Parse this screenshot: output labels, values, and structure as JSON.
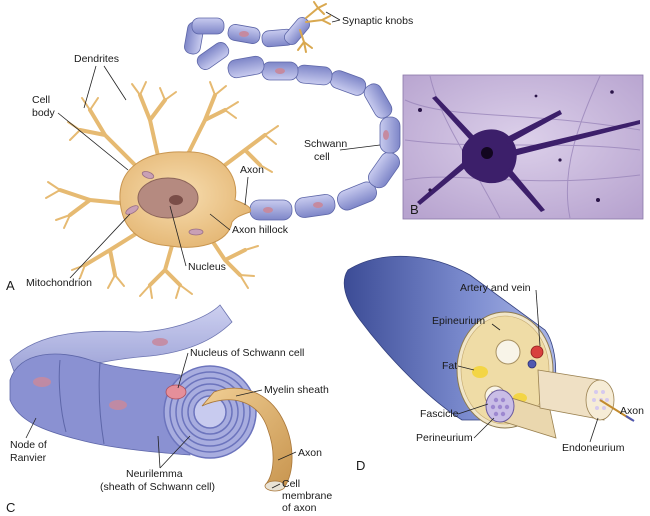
{
  "figure": {
    "panels": {
      "a": "A",
      "b": "B",
      "c": "C",
      "d": "D"
    },
    "neuron_labels": {
      "dendrites": "Dendrites",
      "cell_body_1": "Cell",
      "cell_body_2": "body",
      "axon": "Axon",
      "axon_hillock": "Axon hillock",
      "nucleus": "Nucleus",
      "mitochondrion": "Mitochondrion",
      "schwann_1": "Schwann",
      "schwann_2": "cell",
      "synaptic_knobs": "Synaptic knobs"
    },
    "myelin_labels": {
      "nucleus_schwann": "Nucleus of Schwann cell",
      "myelin_sheath": "Myelin sheath",
      "node_1": "Node of",
      "node_2": "Ranvier",
      "neurilemma_1": "Neurilemma",
      "neurilemma_2": "(sheath of Schwann cell)",
      "axon": "Axon",
      "cell_membrane_1": "Cell",
      "cell_membrane_2": "membrane",
      "cell_membrane_3": "of axon"
    },
    "nerve_labels": {
      "artery_vein": "Artery and vein",
      "epineurium": "Epineurium",
      "fat": "Fat",
      "fascicle": "Fascicle",
      "perineurium": "Perineurium",
      "endoneurium": "Endoneurium",
      "axon": "Axon"
    },
    "colors": {
      "cell_fill": "#f0cf95",
      "nucleus_fill": "#b58a80",
      "myelin_fill": "#9fa3d8",
      "schwann_nucleus": "#c58aa0",
      "micrograph_bg": "#c8b8dc",
      "stained_cell": "#3c1f6a",
      "nerve_blue": "#5e6fb8",
      "axon_tan": "#d9b074"
    }
  }
}
